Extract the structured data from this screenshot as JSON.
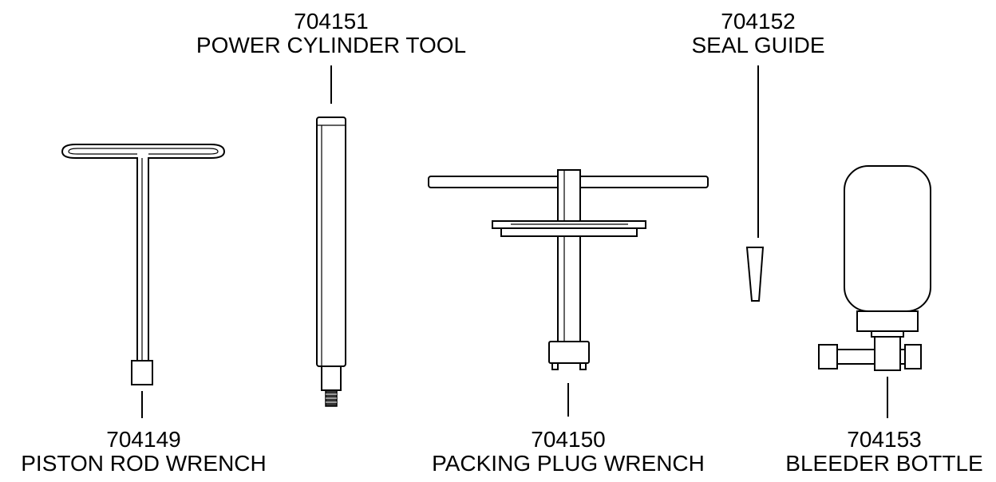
{
  "tools": [
    {
      "id": "t-704149",
      "part_number": "704149",
      "name": "PISTON ROD WRENCH"
    },
    {
      "id": "t-704151",
      "part_number": "704151",
      "name": "POWER CYLINDER TOOL"
    },
    {
      "id": "t-704150",
      "part_number": "704150",
      "name": "PACKING PLUG WRENCH"
    },
    {
      "id": "t-704152",
      "part_number": "704152",
      "name": "SEAL GUIDE"
    },
    {
      "id": "t-704153",
      "part_number": "704153",
      "name": "BLEEDER BOTTLE"
    }
  ],
  "colors": {
    "ink": "#000000",
    "paper": "#ffffff"
  }
}
